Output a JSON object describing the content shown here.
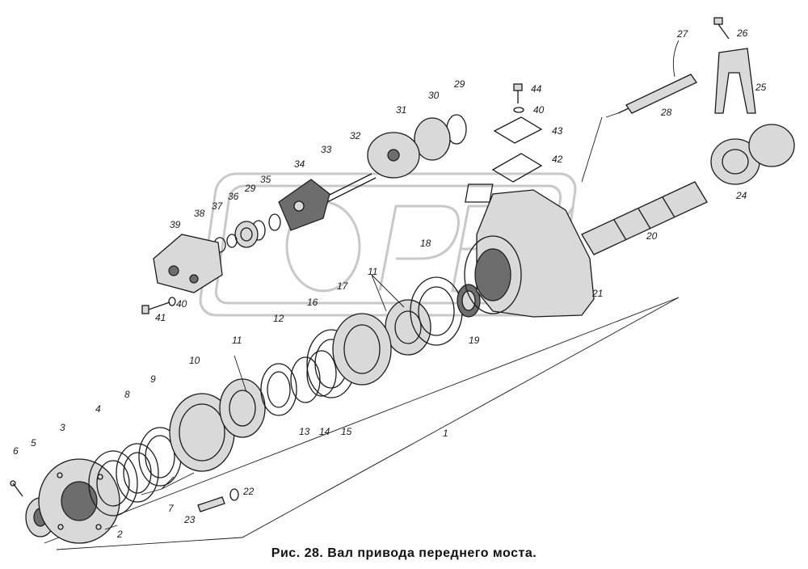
{
  "figure": {
    "caption": "Рис. 28. Вал привода переднего моста.",
    "watermark": "OPEX"
  },
  "callouts": [
    "1",
    "2",
    "3",
    "4",
    "5",
    "6",
    "7",
    "8",
    "9",
    "10",
    "11",
    "11",
    "12",
    "13",
    "14",
    "15",
    "16",
    "17",
    "18",
    "19",
    "20",
    "21",
    "22",
    "23",
    "24",
    "25",
    "26",
    "27",
    "28",
    "29",
    "29",
    "30",
    "31",
    "32",
    "33",
    "34",
    "35",
    "36",
    "37",
    "38",
    "39",
    "40",
    "40",
    "41",
    "42",
    "43",
    "44"
  ]
}
